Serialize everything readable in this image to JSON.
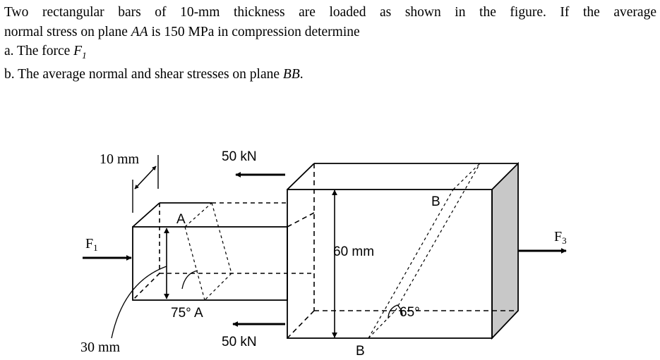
{
  "problem": {
    "line1": "Two rectangular bars of 10-mm thickness are loaded as shown in the figure. If the average",
    "line2_pre": "normal stress on plane ",
    "line2_plane": "AA",
    "line2_post": " is 150 MPa in compression determine",
    "line3_pre": "a. The force ",
    "line3_var": "F",
    "line3_sub": "1",
    "line4_pre": "b. The average normal and shear stresses on plane ",
    "line4_plane": "BB",
    "line4_post": "."
  },
  "figure": {
    "thickness_label": "10 mm",
    "load_top": "50 kN",
    "load_bottom": "50 kN",
    "force_left_main": "F",
    "force_left_sub": "1",
    "force_right_main": "F",
    "force_right_sub": "3",
    "plane_a_top": "A",
    "angle_a_label": "75° A",
    "height_label": "60 mm",
    "small_height_label": "30 mm",
    "plane_b_top": "B",
    "plane_b_bottom": "B",
    "angle_b_label": "65°"
  }
}
